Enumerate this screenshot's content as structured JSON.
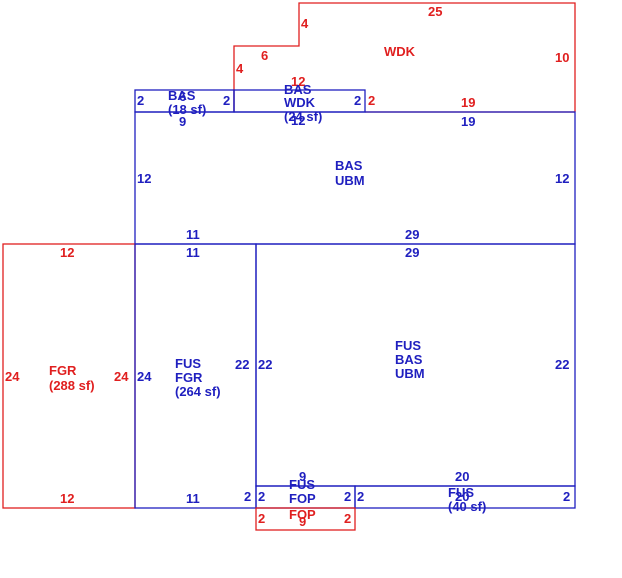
{
  "colors": {
    "blue": "#1f1fbf",
    "red": "#e01f1f",
    "background": "#ffffff"
  },
  "areas": {
    "wdk": {
      "code": "WDK"
    },
    "bas_wdk": {
      "line1": "BAS",
      "line2": "WDK",
      "area": "(24 sf)"
    },
    "bas_small": {
      "line1": "BAS",
      "area": "(18 sf)"
    },
    "bas_ubm": {
      "line1": "BAS",
      "line2": "UBM"
    },
    "fgr": {
      "code": "FGR",
      "area": "(288 sf)"
    },
    "fus_fgr": {
      "line1": "FUS",
      "line2": "FGR",
      "area": "(264 sf)"
    },
    "fus_bas_ubm": {
      "line1": "FUS",
      "line2": "BAS",
      "line3": "UBM"
    },
    "fus_fop": {
      "line1": "FUS",
      "line2": "FOP"
    },
    "fop": {
      "code": "FOP"
    },
    "fus_right": {
      "line1": "FUS",
      "area": "(40 sf)"
    }
  },
  "dims": {
    "wdk_top": "25",
    "wdk_right": "10",
    "wdk_step_v": "4",
    "wdk_step_h": "6",
    "wdk_left": "4",
    "wdk_mid": "12",
    "wdk_right_gap": "2",
    "wdk_bottom": "19",
    "bas_small_left": "2",
    "bas_small_right": "2",
    "bas_small_top": "6",
    "bas_small_bottom": "9",
    "bas_wdk_bottom": "12",
    "bas_wdk_right": "2",
    "bas_top_left": "9",
    "bas_top_mid": "12",
    "bas_top_right": "19",
    "bas_left": "12",
    "bas_right": "12",
    "bas_bottom_left": "11",
    "bas_bottom_right": "29",
    "fus_top_left": "11",
    "fus_top_right": "29",
    "fgr_top": "12",
    "fgr_left": "24",
    "fgr_right": "24",
    "fgr_bottom": "12",
    "fus_fgr_left": "24",
    "fus_fgr_right": "22",
    "fus_fgr_bottom": "11",
    "fus_fgr_gap": "2",
    "fus_main_left": "22",
    "fus_main_right": "22",
    "fop_top": "9",
    "fop_left": "2",
    "fop_right": "2",
    "fop_inner_left": "2",
    "fop_inner_right": "2",
    "fop_bottom": "9",
    "fus_right_top": "20",
    "fus_right_left": "2",
    "fus_right_right": "2",
    "fus_right_bottom": "20"
  }
}
